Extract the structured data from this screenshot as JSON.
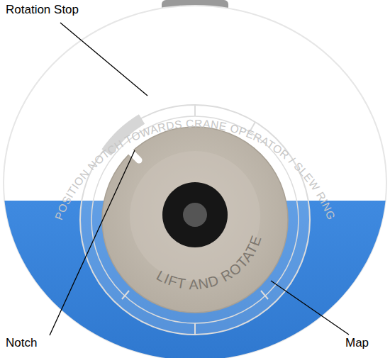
{
  "diagram": {
    "labels": [
      "Rotation Stop",
      "POSITION NOTCH TOWARDS CRANE OPERATOR / SLEW RING",
      "LIFT AND ROTATE",
      "Notch",
      "Map"
    ]
  }
}
